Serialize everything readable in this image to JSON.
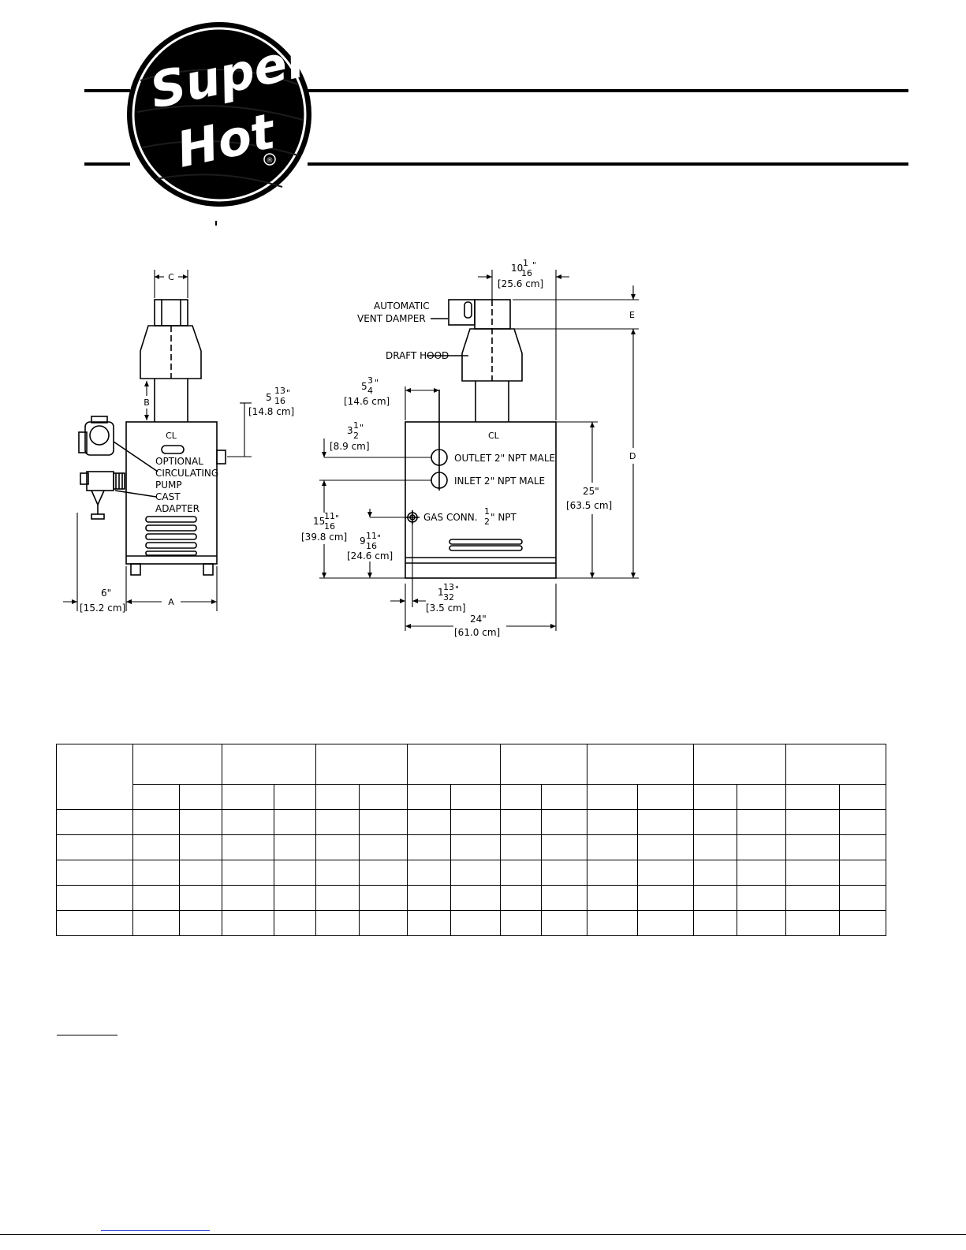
{
  "logo": {
    "text_line1": "Super",
    "text_line2": "Hot",
    "mark": "®"
  },
  "front_view": {
    "dim_c": "C",
    "dim_b": "B",
    "dim_a": "A",
    "centerline": "CL",
    "side_offset": {
      "whole": "5",
      "num": "13",
      "den": "16",
      "unit": "\"",
      "metric": "[14.8 cm]"
    },
    "left_offset": {
      "value": "6\"",
      "metric": "[15.2 cm]"
    },
    "callout_pump": [
      "OPTIONAL",
      "CIRCULATING",
      "PUMP"
    ],
    "callout_adapter": [
      "CAST",
      "ADAPTER"
    ]
  },
  "side_view": {
    "flue_offset": {
      "whole": "10",
      "num": "1",
      "den": "16",
      "unit": "\"",
      "metric": "[25.6 cm]"
    },
    "damper_label": [
      "AUTOMATIC",
      "VENT DAMPER"
    ],
    "draft_hood_label": "DRAFT HOOD",
    "dim_e": "E",
    "dim_d": "D",
    "hood_offset": {
      "whole": "5",
      "num": "3",
      "den": "4",
      "unit": "\"",
      "metric": "[14.6 cm]"
    },
    "outlet_offset": {
      "whole": "3",
      "num": "1",
      "den": "2",
      "unit": "\"",
      "metric": "[8.9 cm]"
    },
    "centerline": "CL",
    "outlet_label": "OUTLET 2\" NPT MALE",
    "inlet_label": "INLET 2\" NPT MALE",
    "gas_label_prefix": "GAS CONN.",
    "gas_num": "1",
    "gas_den": "2",
    "gas_label_suffix": "\" NPT",
    "inlet_height": {
      "whole": "15",
      "num": "11",
      "den": "16",
      "unit": "\"",
      "metric": "[39.8 cm]"
    },
    "gas_height": {
      "whole": "9",
      "num": "11",
      "den": "16",
      "unit": "\"",
      "metric": "[24.6 cm]"
    },
    "height": {
      "value": "25\"",
      "metric": "[63.5 cm]"
    },
    "gas_side": {
      "whole": "1",
      "num": "13",
      "den": "32",
      "unit": "\"",
      "metric": "[3.5 cm]"
    },
    "depth": {
      "value": "24\"",
      "metric": "[61.0 cm]"
    }
  },
  "table": {
    "row_heights": [
      50,
      31,
      31,
      31,
      31,
      31,
      31
    ],
    "group_widths": [
      111,
      117,
      114,
      116,
      108,
      133,
      115,
      125
    ],
    "sub_widths": [
      58,
      53,
      65,
      52,
      54,
      60,
      54,
      62,
      51,
      57,
      63,
      70,
      54,
      61,
      67,
      58
    ],
    "first_col_width": 96,
    "body_rows": 5
  }
}
